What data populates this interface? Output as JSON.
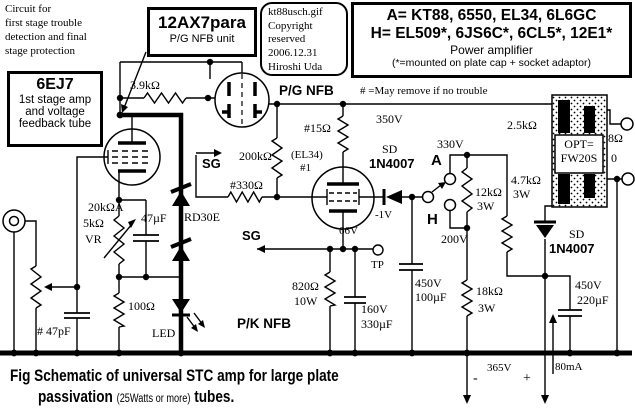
{
  "note": {
    "line1": "Circuit for",
    "line2": "first stage trouble",
    "line3": "detection and final",
    "line4": "stage protection"
  },
  "boxes": {
    "preamp_unit": {
      "title": "12AX7para",
      "subtitle": "P/G NFB unit"
    },
    "copyright": {
      "line1": "kt88usch.gif",
      "line2": "Copyright",
      "line3": "reserved",
      "line4": "2006.12.31",
      "line5": "Hiroshi Uda"
    },
    "tube_list": {
      "line_a": "A= KT88, 6550, EL34, 6L6GC",
      "line_h": "H= EL509*, 6JS6C*, 6CL5*, 12E1*",
      "subtitle": "Power amplifier",
      "note": "(*=mounted on plate cap + socket adaptor)"
    },
    "first_stage": {
      "title": "6EJ7",
      "line1": "1st stage amp",
      "line2": "and voltage",
      "line3": "feedback tube"
    }
  },
  "parts": {
    "r3k9": "3.9kΩ",
    "pg_nfb": "P/G NFB",
    "may_remove": "# =May  remove if no trouble",
    "r15": "#15Ω",
    "v350": "350V",
    "r200k": "200kΩ",
    "el34": "(EL34)",
    "el34_num": "#1",
    "sd1": "SD",
    "sd1_part": "1N4007",
    "v_neg1": "-1V",
    "v66": "66V",
    "tp": "TP",
    "sg1": "SG",
    "sg2": "SG",
    "r330": "#330Ω",
    "rd30e": "RD30E",
    "pot": "20kΩA",
    "vr_val": "5kΩ",
    "vr": "VR",
    "c47u": "47µF",
    "r100": "100Ω",
    "led": "LED",
    "c47p": "# 47pF",
    "r820": "820Ω",
    "r820_w": "10W",
    "c330u_v": "160V",
    "c330u": "330µF",
    "pk_nfb": "P/K NFB",
    "v330": "330V",
    "sw_a": "A",
    "sw_h": "H",
    "v200": "200V",
    "r12k": "12kΩ",
    "r12k_w": "3W",
    "r2k5": "2.5kΩ",
    "r4k7": "4.7kΩ",
    "r4k7_w": "3W",
    "r18k": "18kΩ",
    "r18k_w": "3W",
    "c100u_v": "450V",
    "c100u": "100µF",
    "c220u_v": "450V",
    "c220u": "220µF",
    "sd2": "SD",
    "sd2_part": "1N4007",
    "opt1": "OPT=",
    "opt2": "FW20S",
    "out8": "8Ω",
    "out0": "0",
    "v365": "365V",
    "i80": "80mA",
    "minus": "-",
    "plus": "+"
  },
  "caption": {
    "line1": "Fig  Schematic of  universal STC amp for large plate",
    "line2_bold1": "passivation",
    "line2_small": "(25Watts or more)",
    "line2_bold2": "tubes."
  }
}
